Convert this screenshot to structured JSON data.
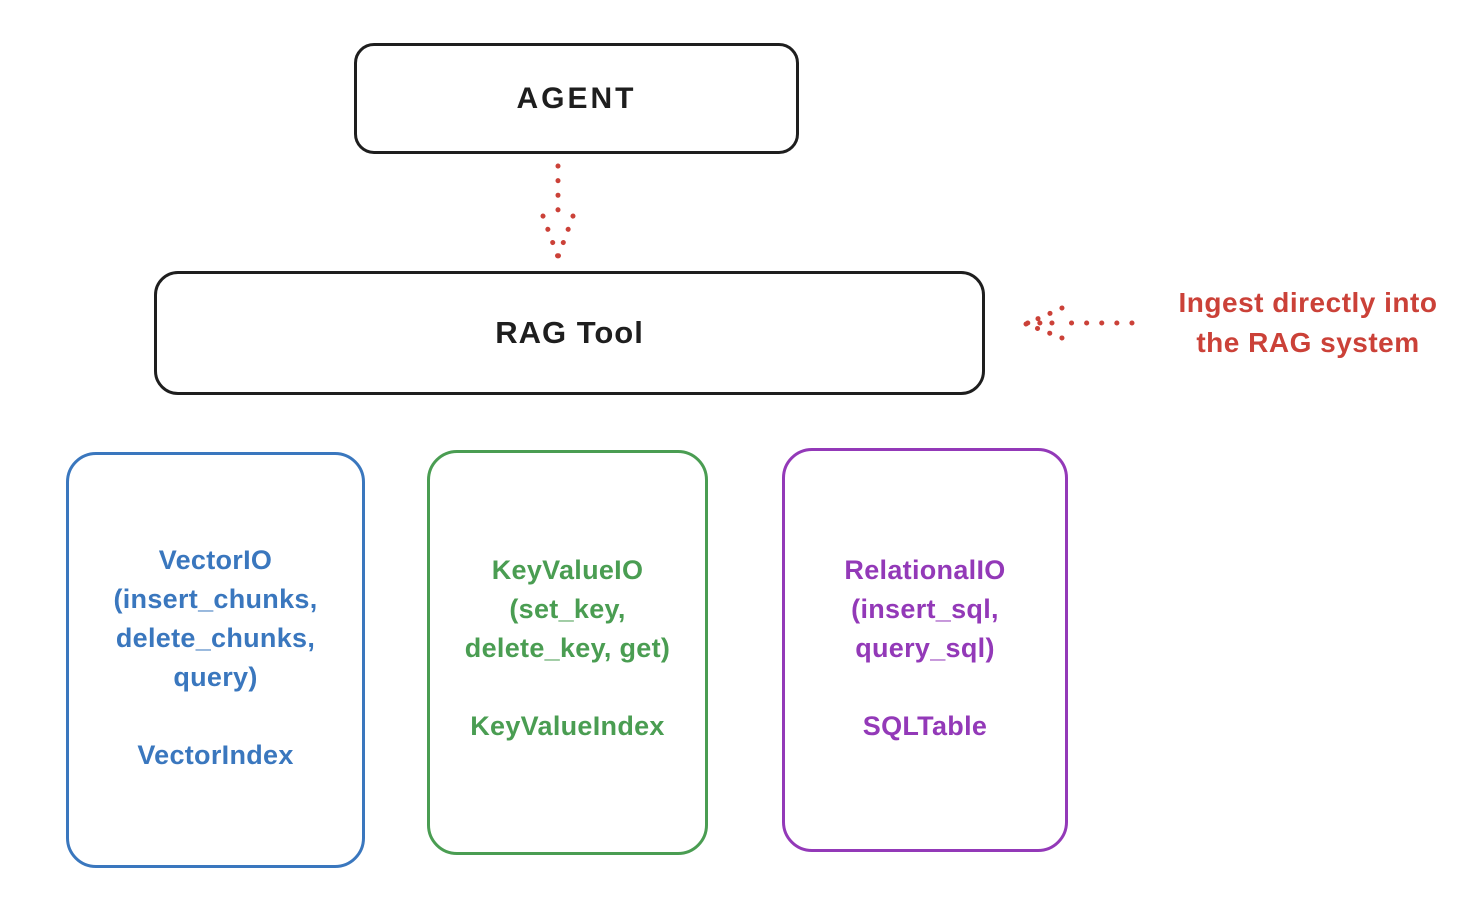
{
  "diagram": {
    "colors": {
      "ink": "#1e1e1e",
      "red": "#cb4138",
      "blue": "#3a77be",
      "green": "#4a9d52",
      "purple": "#9339b8"
    },
    "agent": {
      "label": "AGENT"
    },
    "rag_tool": {
      "label": "RAG Tool"
    },
    "annotation": {
      "line1": "Ingest directly into",
      "line2": "the RAG system"
    },
    "backends": [
      {
        "id": "vector",
        "color": "#3a77be",
        "title_lines": [
          "VectorIO",
          "(insert_chunks,",
          "delete_chunks,",
          "query)"
        ],
        "index_label": "VectorIndex"
      },
      {
        "id": "keyvalue",
        "color": "#4a9d52",
        "title_lines": [
          "KeyValueIO",
          "(set_key,",
          "delete_key, get)"
        ],
        "index_label": "KeyValueIndex"
      },
      {
        "id": "relational",
        "color": "#9339b8",
        "title_lines": [
          "RelationalIO",
          "(insert_sql,",
          "query_sql)"
        ],
        "index_label": "SQLTable"
      }
    ]
  }
}
